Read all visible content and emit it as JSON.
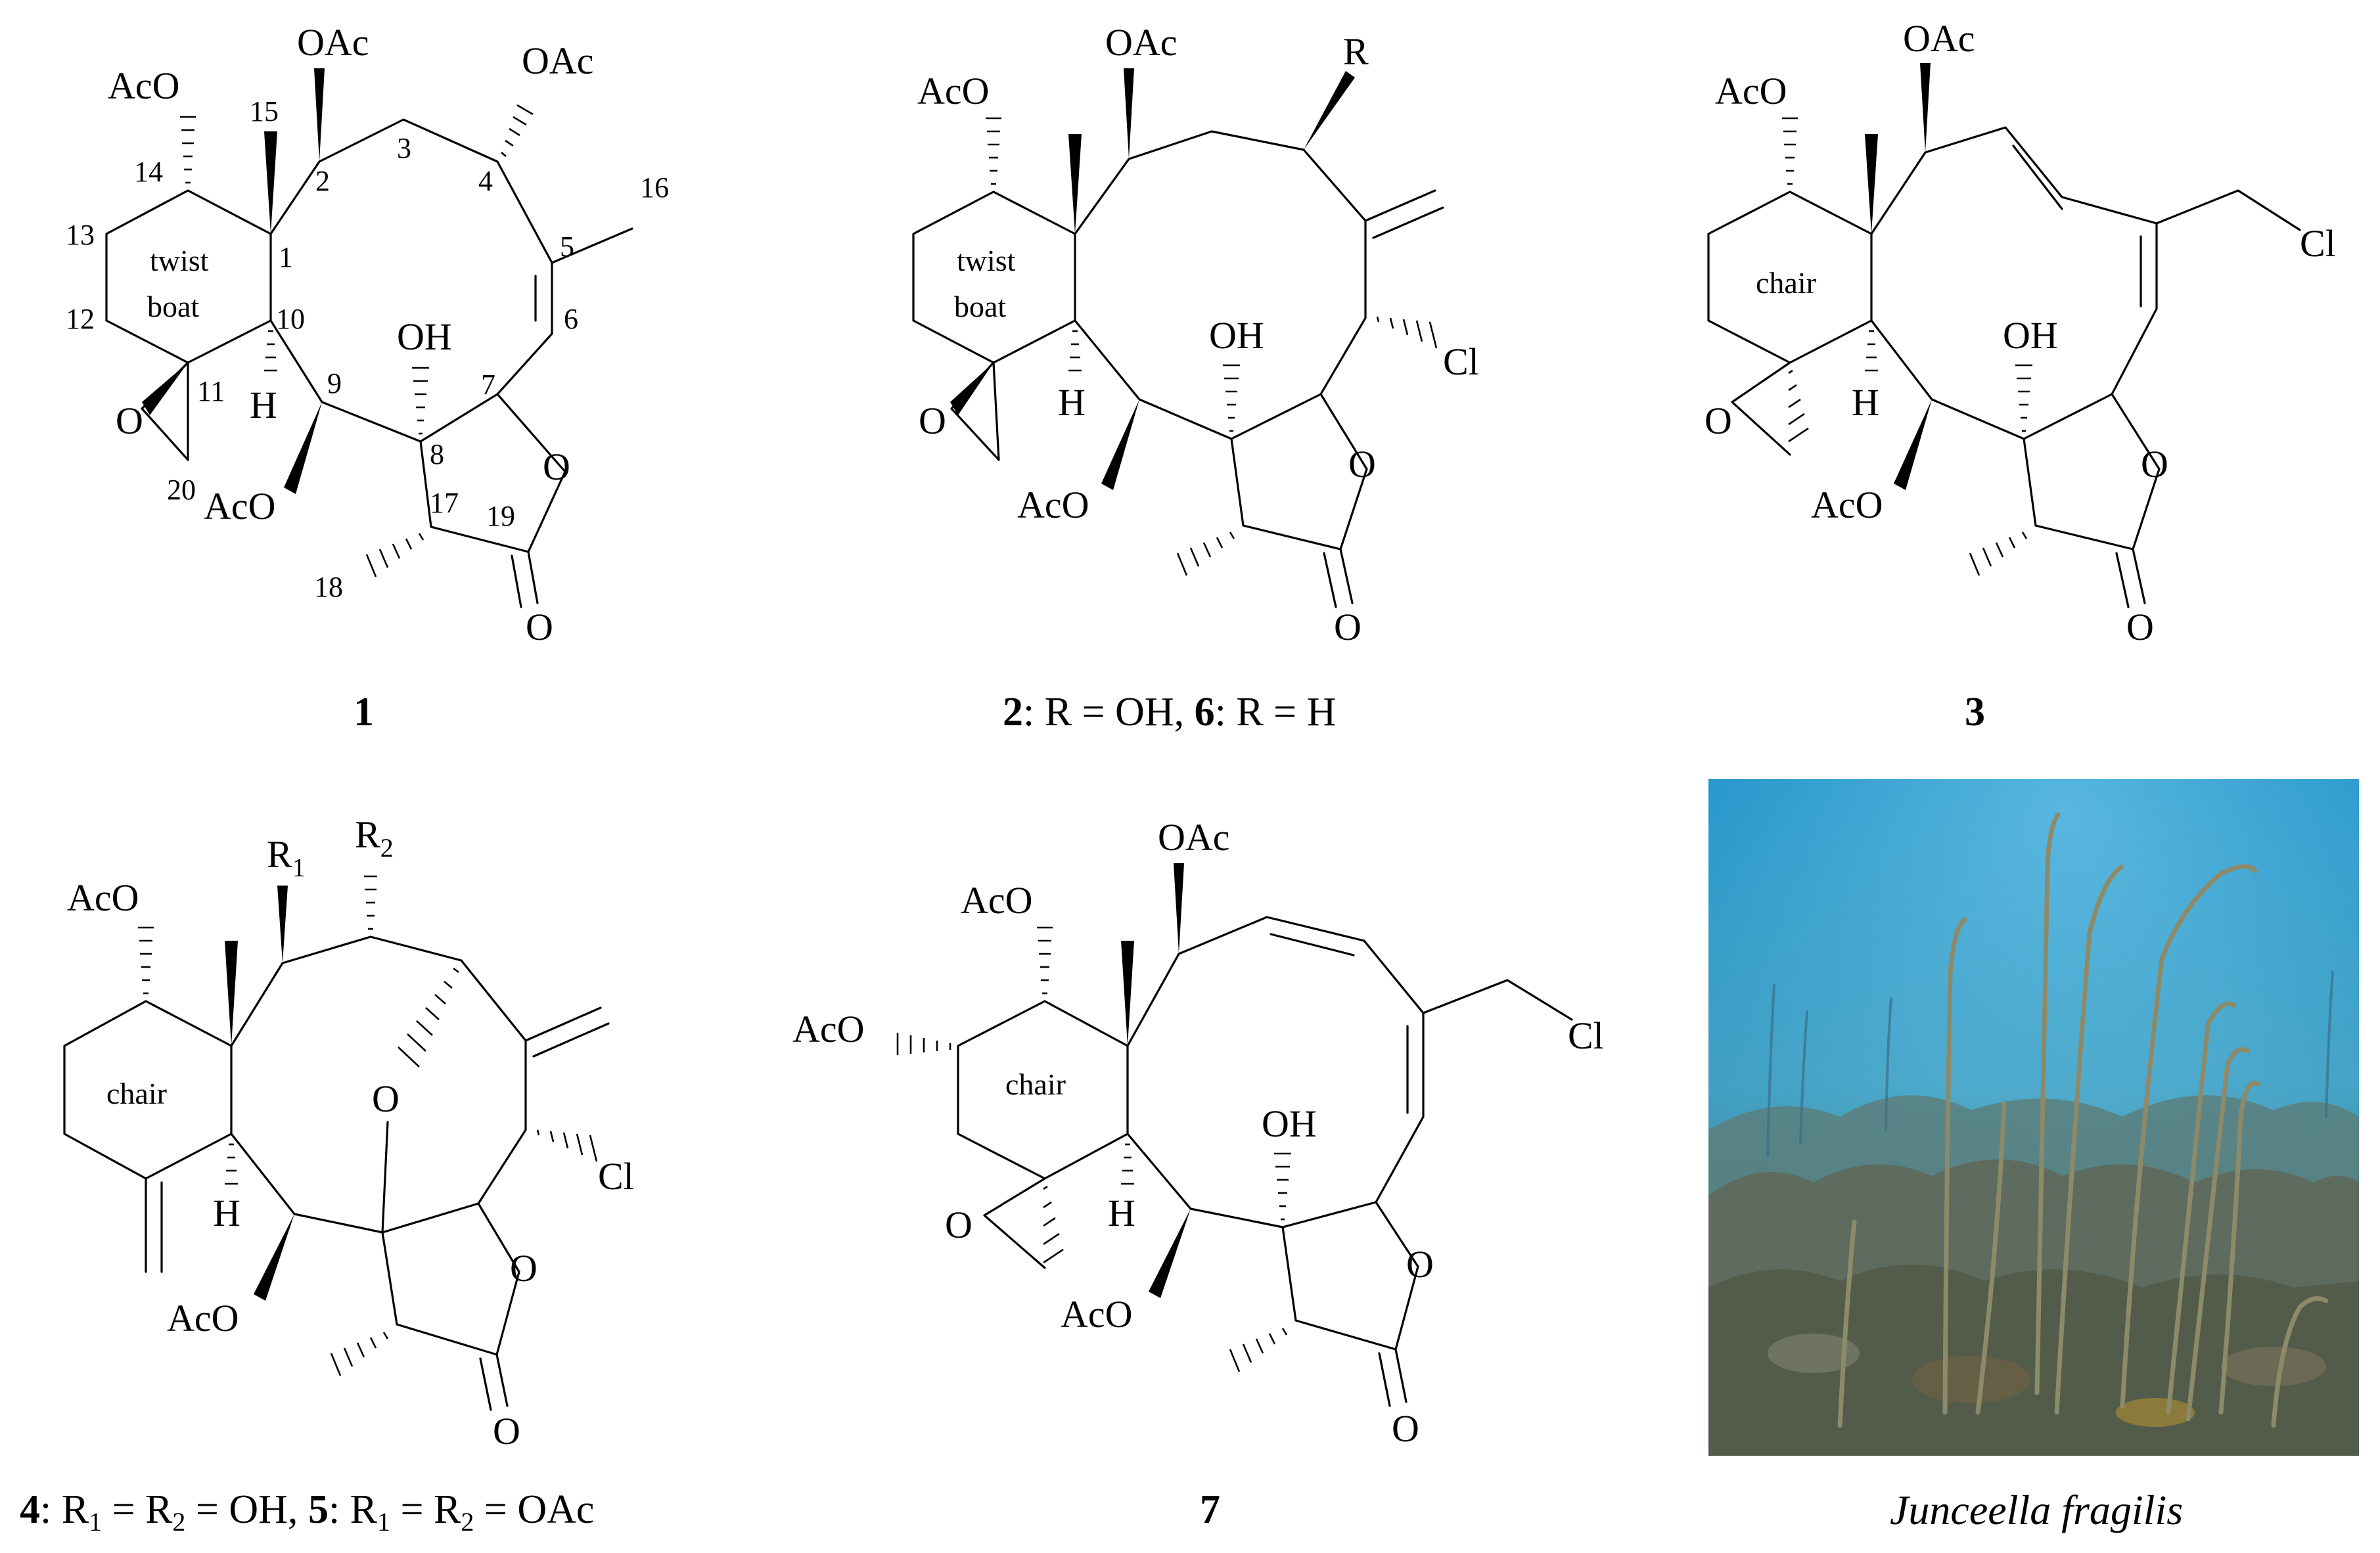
{
  "compound_1": {
    "substituents": {
      "oac_14": "AcO",
      "oac_2": "OAc",
      "oac_4": "OAc",
      "oh_8": "OH",
      "oac_9": "AcO",
      "h_10": "H",
      "o_epoxide": "O",
      "o_lactone": "O",
      "o_carbonyl": "O"
    },
    "ring_label_1": "twist",
    "ring_label_2": "boat",
    "atom_numbers": {
      "n1": "1",
      "n2": "2",
      "n3": "3",
      "n4": "4",
      "n5": "5",
      "n6": "6",
      "n7": "7",
      "n8": "8",
      "n9": "9",
      "n10": "10",
      "n11": "11",
      "n12": "12",
      "n13": "13",
      "n14": "14",
      "n15": "15",
      "n16": "16",
      "n17": "17",
      "n18": "18",
      "n19": "19",
      "n20": "20"
    },
    "caption_number": "1"
  },
  "compound_2": {
    "substituents": {
      "oac_14": "AcO",
      "oac_2": "OAc",
      "r": "R",
      "oh_8": "OH",
      "cl": "Cl",
      "oac_9": "AcO",
      "h_10": "H",
      "o_epoxide": "O",
      "o_lactone": "O",
      "o_carbonyl": "O"
    },
    "ring_label_1": "twist",
    "ring_label_2": "boat",
    "caption": {
      "n_a": "2",
      "text_a": ": R = OH, ",
      "n_b": "6",
      "text_b": ": R = H"
    }
  },
  "compound_3": {
    "substituents": {
      "oac_14": "AcO",
      "oac_2": "OAc",
      "cl": "Cl",
      "oh_8": "OH",
      "oac_9": "AcO",
      "h_10": "H",
      "o_epoxide": "O",
      "o_lactone": "O",
      "o_carbonyl": "O"
    },
    "ring_label": "chair",
    "caption_number": "3"
  },
  "compound_4": {
    "substituents": {
      "oac_14": "AcO",
      "r1": "R",
      "r1_sub": "1",
      "r2": "R",
      "r2_sub": "2",
      "o_bridge": "O",
      "cl": "Cl",
      "oac_9": "AcO",
      "h_10": "H",
      "o_lactone": "O",
      "o_carbonyl": "O"
    },
    "ring_label": "chair",
    "caption": {
      "n_a": "4",
      "text_a1": ": R",
      "sub_a1": "1",
      "text_a2": " = R",
      "sub_a2": "2",
      "text_a3": " = OH, ",
      "n_b": "5",
      "text_b1": ": R",
      "sub_b1": "1",
      "text_b2": " = R",
      "sub_b2": "2",
      "text_b3": " = OAc"
    }
  },
  "compound_7": {
    "substituents": {
      "oac_14": "AcO",
      "oac_13": "AcO",
      "oac_2": "OAc",
      "cl": "Cl",
      "oh_8": "OH",
      "oac_9": "AcO",
      "h_10": "H",
      "o_epoxide": "O",
      "o_lactone": "O",
      "o_carbonyl": "O"
    },
    "ring_label": "chair",
    "caption_number": "7"
  },
  "photo": {
    "caption": "Junceella fragilis",
    "colors": {
      "water_top": "#1a8fc6",
      "water_mid": "#3f9fc2",
      "water_bottom": "#4f7f86",
      "reef": "#5e6b5f",
      "whip": "#8d8a6a"
    }
  }
}
